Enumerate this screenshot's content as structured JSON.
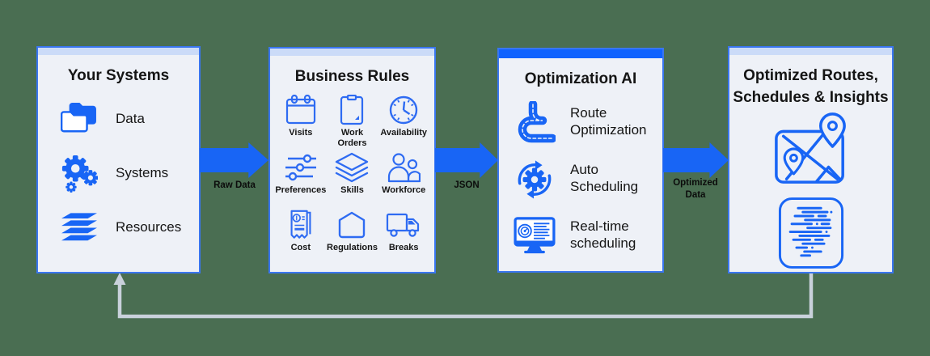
{
  "colors": {
    "background_green": "#4A6E52",
    "accent_blue": "#1865F5",
    "outline_icon_blue": "#2E6BF2",
    "solid_header_blue": "#0F62FE",
    "panel_border_blue": "#3A76F0",
    "panel_background": "#EEF1F7",
    "header_strip_blue": "#CBDBF8",
    "feedback_loop_gray": "#C9D1DB"
  },
  "panels": [
    {
      "id": "your-systems",
      "title": "Your Systems",
      "header": "light",
      "items": [
        {
          "icon": "folders-icon",
          "label": "Data"
        },
        {
          "icon": "gears-icon",
          "label": "Systems"
        },
        {
          "icon": "layers-icon",
          "label": "Resources"
        }
      ]
    },
    {
      "id": "business-rules",
      "title": "Business Rules",
      "header": "light",
      "grid_items": [
        {
          "icon": "calendar-icon",
          "label": "Visits"
        },
        {
          "icon": "work-order-icon",
          "label": "Work Orders"
        },
        {
          "icon": "clock-icon",
          "label": "Availability"
        },
        {
          "icon": "sliders-icon",
          "label": "Preferences"
        },
        {
          "icon": "layer-stack-icon",
          "label": "Skills"
        },
        {
          "icon": "people-icon",
          "label": "Workforce"
        },
        {
          "icon": "receipt-icon",
          "label": "Cost"
        },
        {
          "icon": "house-icon",
          "label": "Regulations"
        },
        {
          "icon": "truck-icon",
          "label": "Breaks"
        }
      ]
    },
    {
      "id": "optimization-ai",
      "title": "Optimization AI",
      "header": "solid",
      "items": [
        {
          "icon": "route-icon",
          "label": "Route Optimization"
        },
        {
          "icon": "refresh-gear-icon",
          "label": "Auto Scheduling"
        },
        {
          "icon": "monitor-schedule-icon",
          "label": "Real-time scheduling"
        }
      ]
    },
    {
      "id": "optimized-outputs",
      "title": "Optimized Routes, Schedules & Insights",
      "header": "light",
      "items": [
        {
          "icon": "map-route-icon"
        },
        {
          "icon": "gantt-schedule-icon"
        }
      ]
    }
  ],
  "flow_arrows": [
    {
      "label": "Raw Data"
    },
    {
      "label": "JSON"
    },
    {
      "label": "Optimized Data"
    }
  ],
  "feedback_loop": {
    "from": "optimized-outputs",
    "to": "your-systems"
  }
}
